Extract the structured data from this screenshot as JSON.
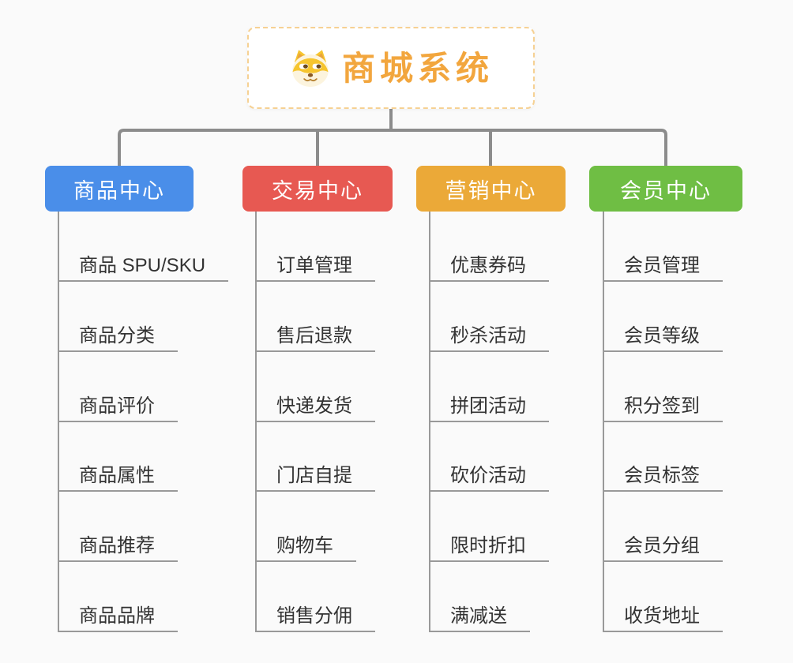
{
  "root": {
    "title": "商城系统",
    "icon": "shiba-dog-icon",
    "accent_color": "#F2A63E",
    "border_color": "#F6D193"
  },
  "lines": {
    "connector_color": "#8C8C8C",
    "child_color": "#999999"
  },
  "branches": [
    {
      "label": "商品中心",
      "color": "#4A8EE9",
      "children": [
        "商品 SPU/SKU",
        "商品分类",
        "商品评价",
        "商品属性",
        "商品推荐",
        "商品品牌"
      ]
    },
    {
      "label": "交易中心",
      "color": "#E75952",
      "children": [
        "订单管理",
        "售后退款",
        "快递发货",
        "门店自提",
        "购物车",
        "销售分佣"
      ]
    },
    {
      "label": "营销中心",
      "color": "#EBA938",
      "children": [
        "优惠券码",
        "秒杀活动",
        "拼团活动",
        "砍价活动",
        "限时折扣",
        "满减送"
      ]
    },
    {
      "label": "会员中心",
      "color": "#6FBE44",
      "children": [
        "会员管理",
        "会员等级",
        "积分签到",
        "会员标签",
        "会员分组",
        "收货地址"
      ]
    }
  ]
}
